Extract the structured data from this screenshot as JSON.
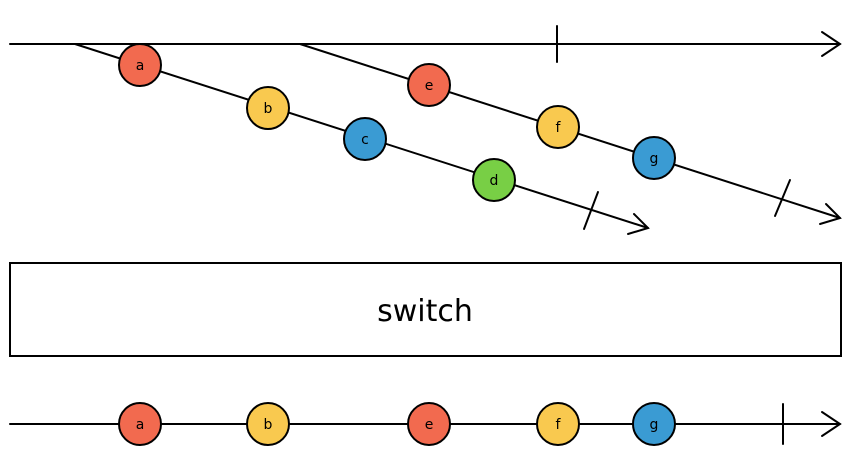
{
  "colors": {
    "red": "#f26a4f",
    "yellow": "#f9c94f",
    "blue": "#3a9bd3",
    "green": "#78cf45"
  },
  "operator": {
    "label": "switch"
  },
  "outer_stream": {
    "completed": true
  },
  "inner_streams": [
    {
      "marbles": [
        {
          "label": "a",
          "color": "red"
        },
        {
          "label": "b",
          "color": "yellow"
        },
        {
          "label": "c",
          "color": "blue"
        },
        {
          "label": "d",
          "color": "green"
        }
      ],
      "completed": true
    },
    {
      "marbles": [
        {
          "label": "e",
          "color": "red"
        },
        {
          "label": "f",
          "color": "yellow"
        },
        {
          "label": "g",
          "color": "blue"
        }
      ],
      "completed": true
    }
  ],
  "output_stream": {
    "marbles": [
      {
        "label": "a",
        "color": "red"
      },
      {
        "label": "b",
        "color": "yellow"
      },
      {
        "label": "e",
        "color": "red"
      },
      {
        "label": "f",
        "color": "yellow"
      },
      {
        "label": "g",
        "color": "blue"
      }
    ],
    "completed": true
  }
}
